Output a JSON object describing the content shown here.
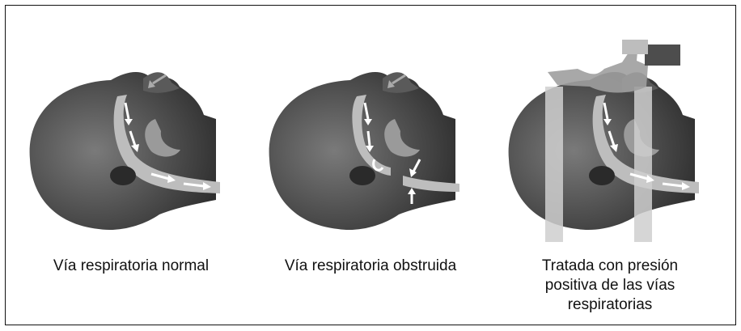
{
  "figure": {
    "panels": [
      {
        "caption": "Vía respiratoria normal",
        "state": "normal"
      },
      {
        "caption": "Vía respiratoria obstruida",
        "state": "obstructed"
      },
      {
        "caption": "Tratada con presión positiva de las vías respiratorias",
        "state": "treated"
      }
    ],
    "colors": {
      "head_dark": "#3a3a3a",
      "head_mid": "#6b6b6b",
      "airway": "#bdbdbd",
      "arrow": "#ffffff",
      "mask_strap": "#cfcfcf",
      "mask_frame": "#9e9e9e",
      "mask_clip": "#4d4d4d"
    }
  }
}
